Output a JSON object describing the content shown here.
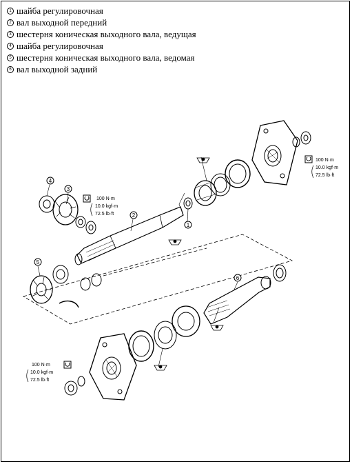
{
  "legend": [
    {
      "num": "1",
      "text": "шайба регулировочная"
    },
    {
      "num": "2",
      "text": "вал выходной передний"
    },
    {
      "num": "3",
      "text": "шестерня коническая выходного вала, ведущая"
    },
    {
      "num": "4",
      "text": "шайба регулировочная"
    },
    {
      "num": "5",
      "text": "шестерня коническая выходного вала, ведомая"
    },
    {
      "num": "6",
      "text": "вал выходной задний"
    }
  ],
  "torque_specs": {
    "line1": "100 N·m",
    "line2": "10.0 kgf·m",
    "line3": "72.5 lb·ft"
  },
  "callouts": [
    "1",
    "2",
    "3",
    "4",
    "5",
    "6"
  ]
}
